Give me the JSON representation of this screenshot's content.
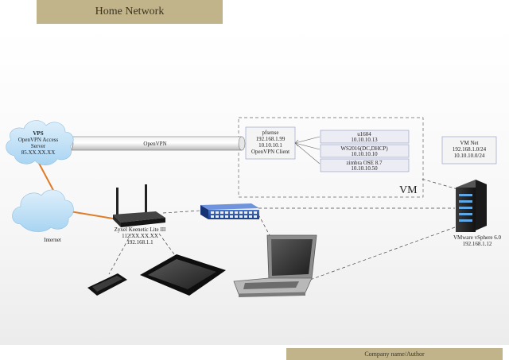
{
  "header": {
    "title": "Home Network"
  },
  "footer": {
    "text": "Company name/Author"
  },
  "vps": {
    "name": "VPS",
    "lines": [
      "OpenVPN Access",
      "Server",
      "85.XX.XX.XX"
    ]
  },
  "tunnel": {
    "label": "OpenVPN"
  },
  "pfsense": {
    "lines": [
      "pfsense",
      "192.168.1.99",
      "10.10.10.1",
      "OpenVPN Client"
    ]
  },
  "vms": [
    {
      "lines": [
        "u1604",
        "10.10.10.13"
      ]
    },
    {
      "lines": [
        "WS2016(DC,DHCP)",
        "10.10.10.10"
      ]
    },
    {
      "lines": [
        "zimbra OSE 8.7",
        "10.10.10.50"
      ]
    }
  ],
  "vm_group": {
    "label": "VM"
  },
  "vm_net": {
    "lines": [
      "VM Net",
      "192.168.1.0/24",
      "10.10.10.0/24"
    ]
  },
  "esxi": {
    "lines": [
      "VMware vSphere 6.0",
      "192.168.1.12"
    ]
  },
  "internet": {
    "label": "Internet"
  },
  "router": {
    "lines": [
      "Zyxel Keenetic Lite III",
      "112.XX.XX.XX",
      "192.168.1.1"
    ]
  },
  "colors": {
    "accent": "#c2b48a",
    "internet_link": "#e07b27",
    "cloud": "#a8d4f2"
  }
}
